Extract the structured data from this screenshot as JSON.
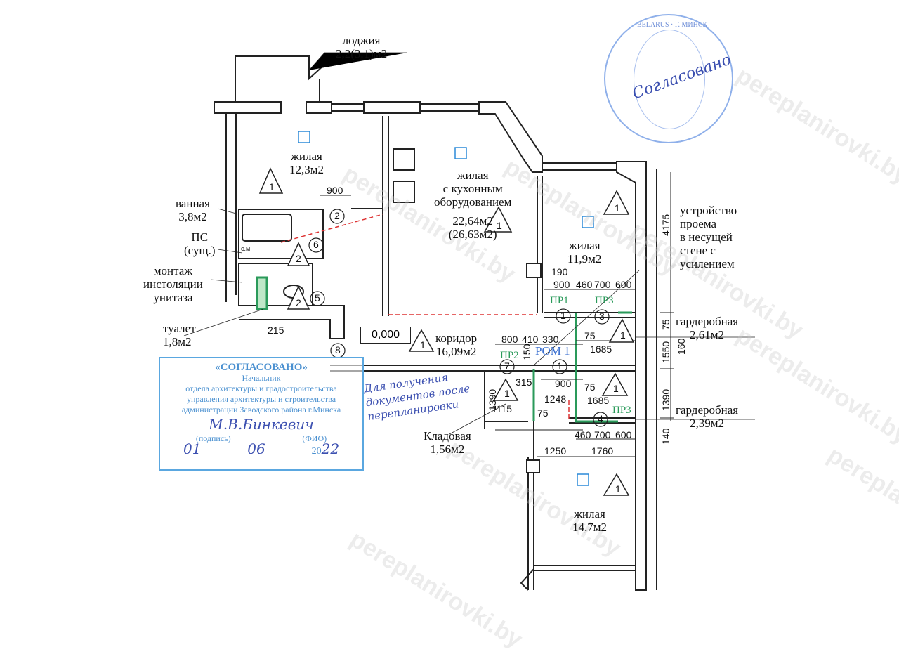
{
  "watermark": "pereplanirovki.by",
  "rooms": [
    {
      "name": "лоджия",
      "area": "2,2(3.1)м2"
    },
    {
      "name": "жилая",
      "area": "12,3м2"
    },
    {
      "name": "жилая\nс кухонным\nоборудованием",
      "line1": "жилая",
      "line2": "с кухонным",
      "line3": "оборудованием",
      "area": "22,64м2",
      "area2": "(26,63м2)"
    },
    {
      "name": "жилая",
      "area": "11,9м2"
    },
    {
      "name": "ванная",
      "area": "3,8м2"
    },
    {
      "name": "туалет",
      "area": "1,8м2"
    },
    {
      "name": "коридор",
      "area": "16,09м2"
    },
    {
      "name": "гардеробная",
      "area": "2,61м2"
    },
    {
      "name": "гардеробная",
      "area": "2,39м2"
    },
    {
      "name": "Кладовая",
      "area": "1,56м2"
    },
    {
      "name": "жилая",
      "area": "14,7м2"
    }
  ],
  "notes": {
    "ps": "ПС",
    "ps2": "(сущ.)",
    "montage1": "монтаж",
    "montage2": "инстоляции",
    "montage3": "унитаза",
    "opening1": "устройство",
    "opening2": "проема",
    "opening3": "в несущей",
    "opening4": "стене с",
    "opening5": "усилением",
    "level": "0,000",
    "pom": "POM 1",
    "sm": "с.м."
  },
  "markers": [
    "ПР1",
    "ПР2",
    "ПР3",
    "ПР3"
  ],
  "circled": [
    "1",
    "2",
    "3",
    "4",
    "5",
    "6",
    "7",
    "8",
    "1"
  ],
  "triangle_label": "1",
  "triangle_label_2": "2",
  "dimensions": [
    "900",
    "190",
    "900",
    "460",
    "700",
    "600",
    "800",
    "410",
    "330",
    "150",
    "315",
    "900",
    "1248",
    "1115",
    "75",
    "75",
    "1685",
    "75",
    "1685",
    "460",
    "700",
    "600",
    "1250",
    "1760",
    "215",
    "1390",
    "4175",
    "75",
    "1550",
    "160",
    "1390",
    "140"
  ],
  "stamp": {
    "title": "«СОГЛАСОВАНО»",
    "line1": "Начальник",
    "line2": "отдела архитектуры и градостроительства",
    "line3": "управления архитектуры и строительства",
    "line4": "администрации Заводского района г.Минска",
    "signature": "М.В.Бинкевич",
    "sig_label": "(подпись)",
    "fio_label": "(ФИО)",
    "day": "01",
    "month": "06",
    "year_prefix": "20",
    "year": "22"
  },
  "handwritten_note": "Для получения документов после перепланировки",
  "seal": {
    "text": "BELARUS · Г. МИНСК",
    "signature": "Согласовано"
  }
}
